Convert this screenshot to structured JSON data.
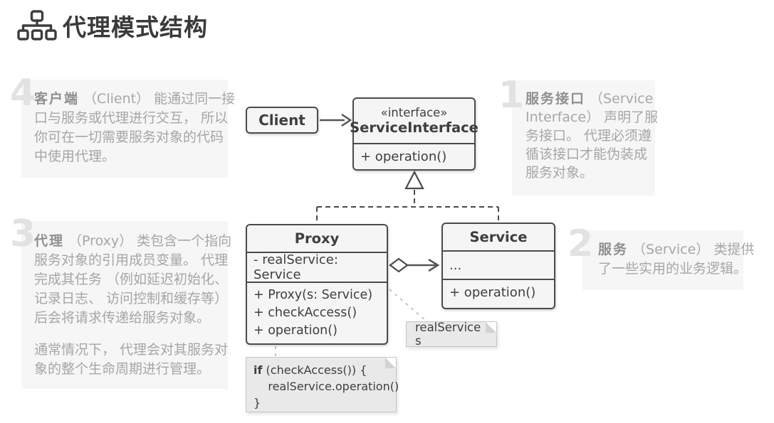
{
  "page": {
    "title": "代理模式结构",
    "title_icon": "hierarchy-icon"
  },
  "colors": {
    "title_text": "#3a3a3a",
    "box_fill": "#f5f5f5",
    "box_border": "#4b4b4b",
    "box_text": "#3e3e3e",
    "note_fill": "#e9e9e9",
    "note_border": "#c6c6c6",
    "annotation_bg": "#f6f6f6",
    "annotation_text": "#a6a6a6",
    "annotation_number": "#e2e2e2",
    "connector": "#555555",
    "note_connector": "#c6c6c6"
  },
  "diagram": {
    "classes": {
      "client": {
        "name": "Client"
      },
      "service_interface": {
        "stereotype": "«interface»",
        "name": "ServiceInterface",
        "methods": [
          "+ operation()"
        ]
      },
      "proxy": {
        "name": "Proxy",
        "fields": [
          "- realService: Service"
        ],
        "methods": [
          "+ Proxy(s: Service)",
          "+ checkAccess()",
          "+ operation()"
        ]
      },
      "service": {
        "name": "Service",
        "fields": [
          "..."
        ],
        "methods": [
          "+ operation()"
        ]
      }
    },
    "notes": {
      "assignment": {
        "text": "realService = s"
      },
      "code": {
        "keyword": "if",
        "rest": " (checkAccess()) {\n    realService.operation()\n}"
      }
    }
  },
  "annotations": [
    {
      "number": "1",
      "lead": "服务接口",
      "text": " （Service\nInterface） 声明了服\n务接口。 代理必须遵\n循该接口才能伪装成\n服务对象。"
    },
    {
      "number": "2",
      "lead": "服务",
      "text": " （Service） 类提供\n了一些实用的业务逻辑。"
    },
    {
      "number": "3",
      "lead": "代理",
      "text": " （Proxy） 类包含一个指向\n服务对象的引用成员变量。 代理\n完成其任务 （例如延迟初始化、\n记录日志、 访问控制和缓存等）\n后会将请求传递给服务对象。",
      "text2": "通常情况下， 代理会对其服务对\n象的整个生命周期进行管理。"
    },
    {
      "number": "4",
      "lead": "客户端",
      "text": " （Client） 能通过同一接\n口与服务或代理进行交互， 所以\n你可在一切需要服务对象的代码\n中使用代理。"
    }
  ]
}
